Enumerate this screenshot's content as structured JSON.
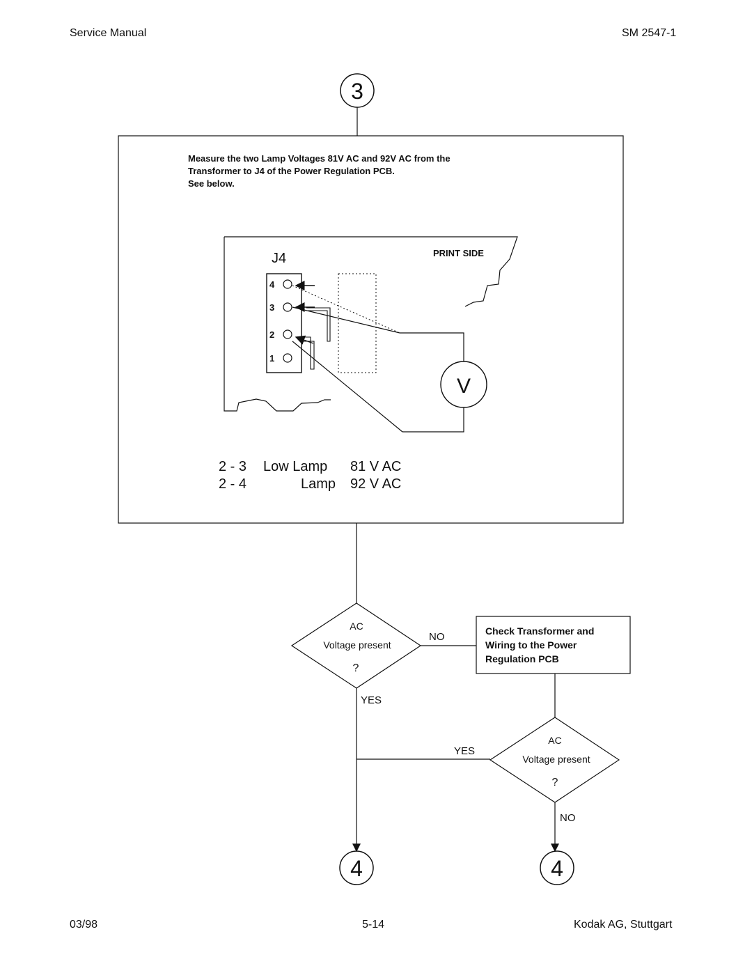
{
  "header": {
    "left": "Service Manual",
    "right": "SM 2547-1"
  },
  "footer": {
    "date": "03/98",
    "page": "5-14",
    "company": "Kodak AG, Stuttgart"
  },
  "connectors": {
    "entry": "3",
    "exit_left": "4",
    "exit_right": "4"
  },
  "instruction": {
    "line1": "Measure the two Lamp Voltages  81V AC and 92V AC from the",
    "line2": "Transformer to J4 of the Power Regulation PCB.",
    "line3": "See below."
  },
  "pcb": {
    "connector_label": "J4",
    "side_label": "PRINT SIDE",
    "pins": [
      "4",
      "3",
      "2",
      "1"
    ],
    "meter": "V"
  },
  "measurements": [
    {
      "pins": "2 - 3",
      "name": "Low Lamp",
      "value": "81 V AC"
    },
    {
      "pins": "2 - 4",
      "name": "Lamp",
      "value": "92 V AC"
    }
  ],
  "decision1": {
    "line1": "AC",
    "line2": "Voltage present",
    "line3": "?"
  },
  "decision2": {
    "line1": "AC",
    "line2": "Voltage present",
    "line3": "?"
  },
  "labels": {
    "no1": "NO",
    "yes1": "YES",
    "yes2": "YES",
    "no2": "NO"
  },
  "action_box": {
    "line1": "Check Transformer and",
    "line2": "Wiring to the Power",
    "line3": "Regulation PCB"
  }
}
